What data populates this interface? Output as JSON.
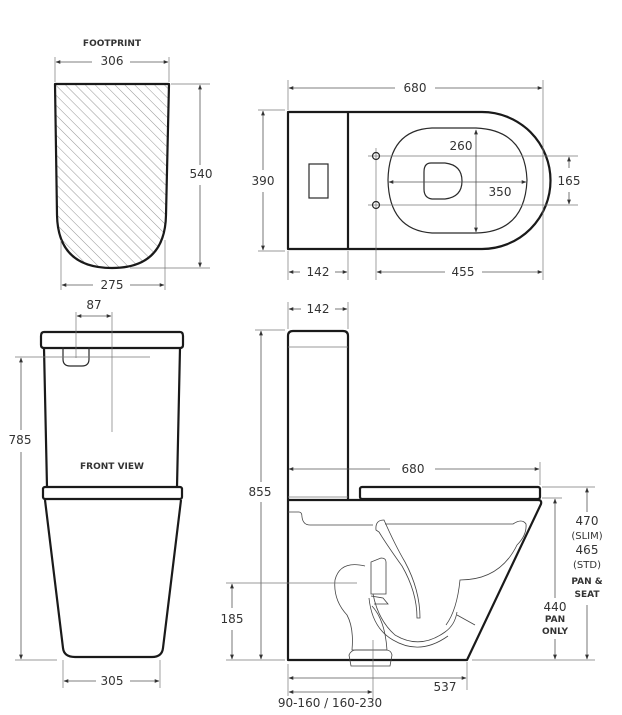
{
  "footprint": {
    "title": "FOOTPRINT",
    "width_top": "306",
    "depth": "540",
    "width_bottom": "275"
  },
  "plan_view": {
    "overall_length": "680",
    "width": "390",
    "seat_depth": "260",
    "seat_width": "350",
    "fixing_spacing": "165",
    "cistern_depth": "142",
    "fixing_to_front": "455"
  },
  "front_view": {
    "title": "FRONT VIEW",
    "button_offset": "87",
    "height": "785",
    "base_width": "305"
  },
  "side_view": {
    "cistern_depth": "142",
    "overall_height": "855",
    "seat_length": "680",
    "outlet_height": "185",
    "base_length": "537",
    "setout": "90-160 / 160-230",
    "seat_height_slim": "470",
    "slim_label": "(SLIM)",
    "seat_height_std": "465",
    "std_label": "(STD)",
    "pan_seat_label_1": "PAN &",
    "pan_seat_label_2": "SEAT",
    "pan_height": "440",
    "pan_only_label_1": "PAN",
    "pan_only_label_2": "ONLY"
  },
  "colors": {
    "line": "#1a1a1a",
    "dimension": "#555555",
    "hatch": "#888888",
    "background": "#ffffff"
  }
}
